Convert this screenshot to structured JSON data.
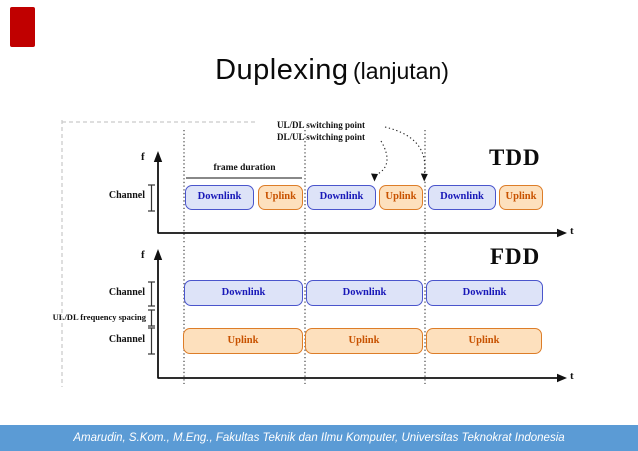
{
  "slide": {
    "title": "Duplexing",
    "title_suffix": "(lanjutan)",
    "footer": "Amarudin, S.Kom., M.Eng., Fakultas Teknik dan Ilmu Komputer, Universitas Teknokrat Indonesia",
    "accent_color": "#c00000",
    "footer_bg": "#5b9bd5"
  },
  "diagram": {
    "colors": {
      "downlink_fill": "#dde3f8",
      "downlink_border": "#4a55cc",
      "downlink_text": "#1818b8",
      "uplink_fill": "#fde0bd",
      "uplink_border": "#dd7d28",
      "uplink_text": "#c85200"
    },
    "tdd": {
      "name": "TDD",
      "axis_f": "f",
      "axis_t": "t",
      "channel_label": "Channel",
      "frame_duration_label": "frame duration",
      "ul_dl_label": "UL/DL switching point",
      "dl_ul_label": "DL/UL switching point",
      "sequence": [
        "Downlink",
        "Uplink",
        "Downlink",
        "Uplink",
        "Downlink",
        "Uplink"
      ]
    },
    "fdd": {
      "name": "FDD",
      "axis_f": "f",
      "axis_t": "t",
      "channel_label": "Channel",
      "spacing_label": "UL/DL frequency spacing",
      "downlink_row": [
        "Downlink",
        "Downlink",
        "Downlink"
      ],
      "uplink_row": [
        "Uplink",
        "Uplink",
        "Uplink"
      ]
    }
  }
}
